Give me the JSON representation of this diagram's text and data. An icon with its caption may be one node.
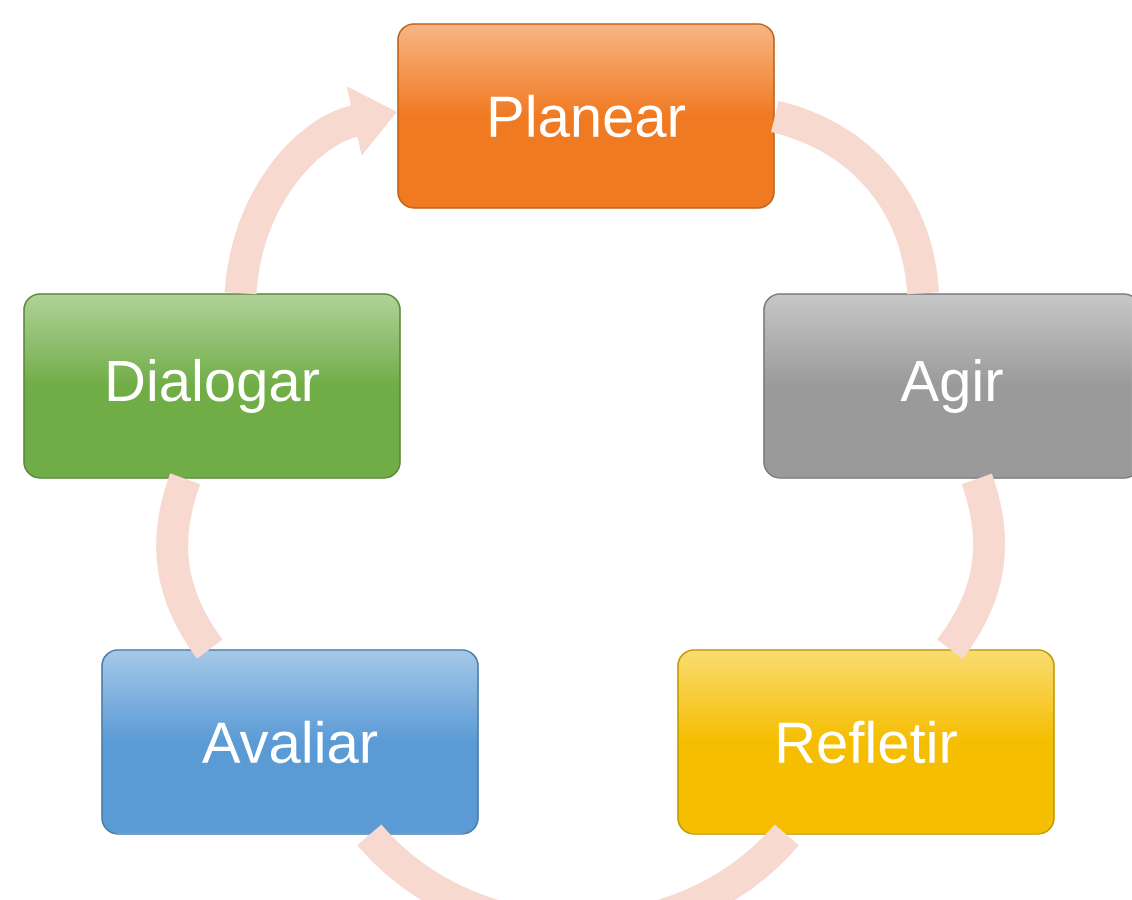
{
  "diagram": {
    "nodes": [
      {
        "text": [
          "Planear"
        ]
      },
      {
        "text": [
          "Agir"
        ]
      },
      {
        "text": [
          "Refletir"
        ]
      },
      {
        "text": [
          "Avaliar"
        ]
      },
      {
        "text": [
          "Dialogar"
        ]
      }
    ],
    "edges": [
      {
        "from": 0,
        "to": 1,
        "arrow": "none"
      },
      {
        "from": 1,
        "to": 2,
        "arrow": "none"
      },
      {
        "from": 2,
        "to": 3,
        "arrow": "none"
      },
      {
        "from": 3,
        "to": 4,
        "arrow": "none"
      },
      {
        "from": 4,
        "to": 0,
        "arrow": "to"
      }
    ]
  }
}
